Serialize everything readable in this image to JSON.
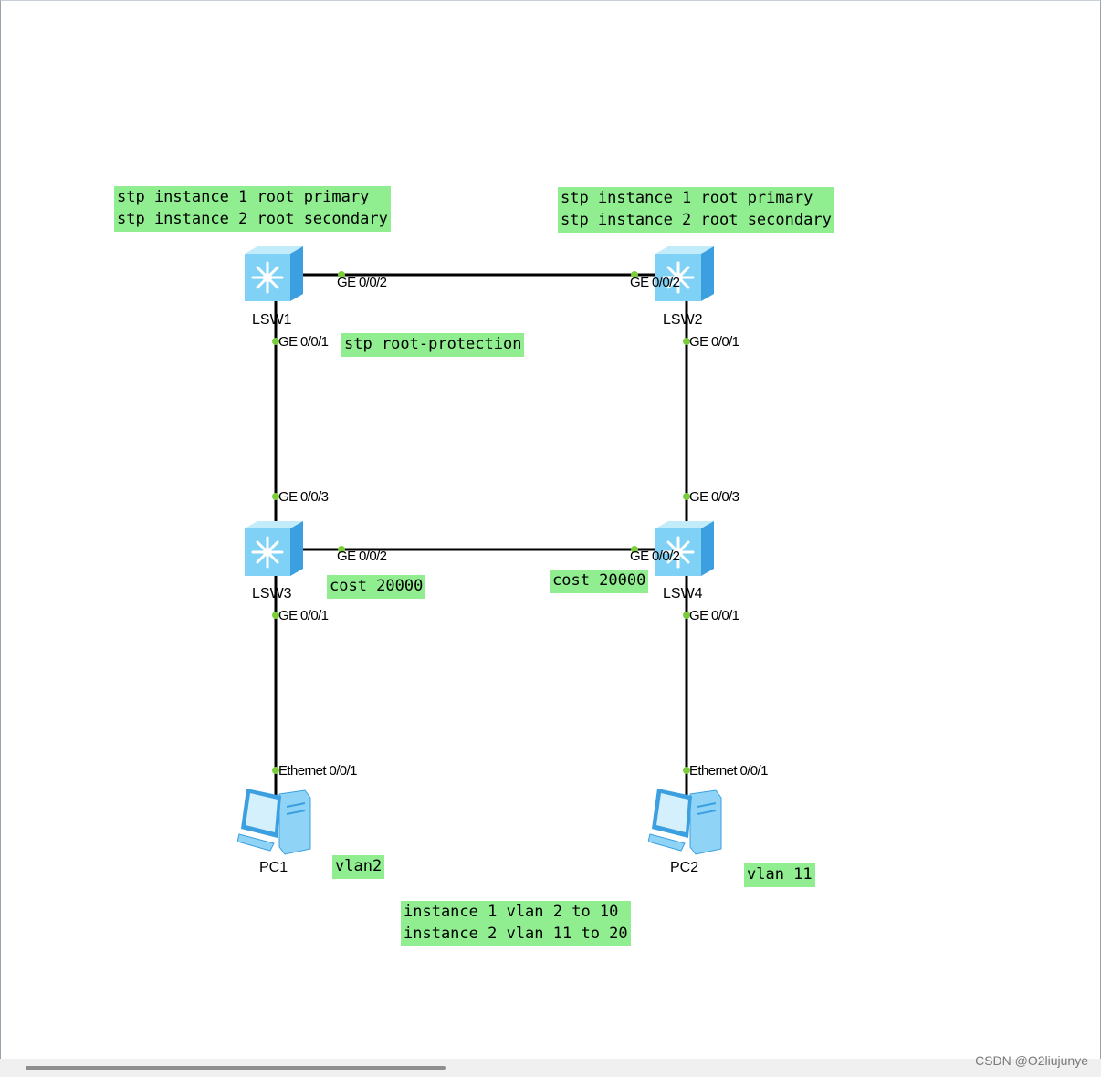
{
  "devices": {
    "lsw1": {
      "label": "LSW1",
      "icon": "switch-icon"
    },
    "lsw2": {
      "label": "LSW2",
      "icon": "switch-icon"
    },
    "lsw3": {
      "label": "LSW3",
      "icon": "switch-icon"
    },
    "lsw4": {
      "label": "LSW4",
      "icon": "switch-icon"
    },
    "pc1": {
      "label": "PC1",
      "icon": "pc-icon"
    },
    "pc2": {
      "label": "PC2",
      "icon": "pc-icon"
    }
  },
  "ports": {
    "lsw1_ge002": "GE 0/0/2",
    "lsw2_ge002": "GE 0/0/2",
    "lsw1_ge001": "GE 0/0/1",
    "lsw2_ge001": "GE 0/0/1",
    "lsw3_ge003": "GE 0/0/3",
    "lsw4_ge003": "GE 0/0/3",
    "lsw3_ge002": "GE 0/0/2",
    "lsw4_ge002": "GE 0/0/2",
    "lsw3_ge001": "GE 0/0/1",
    "lsw4_ge001": "GE 0/0/1",
    "pc1_eth": "Ethernet 0/0/1",
    "pc2_eth": "Ethernet 0/0/1"
  },
  "notes": {
    "lsw1_root": "stp instance 1 root primary\nstp instance 2 root secondary",
    "lsw2_root": "stp instance 1 root primary\nstp instance 2 root secondary",
    "root_protection": "stp root-protection",
    "lsw3_cost": "cost 20000",
    "lsw4_cost": "cost 20000",
    "pc1_vlan": "vlan2",
    "pc2_vlan": "vlan 11",
    "instances": "instance 1 vlan 2 to 10\ninstance 2 vlan 11 to 20"
  },
  "watermark": "CSDN @O2liujunye",
  "colors": {
    "note_bg": "#90ee90",
    "port_dot": "#7ccd3c",
    "link": "#000000",
    "switch": "#6cc8f2"
  }
}
